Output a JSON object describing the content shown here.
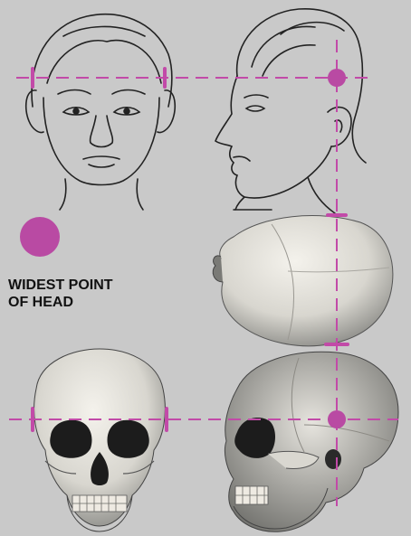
{
  "legend": {
    "line1": "WIDEST POINT",
    "line2": "OF HEAD"
  },
  "colors": {
    "background": "#c9c9c9",
    "guide": "#c24aa8",
    "marker": "#b94aa3",
    "ink": "#222222"
  },
  "figures": [
    {
      "name": "front-face-drawing",
      "view": "front"
    },
    {
      "name": "profile-face-drawing",
      "view": "side"
    },
    {
      "name": "skull-top-view",
      "view": "top"
    },
    {
      "name": "skull-front-view",
      "view": "front"
    },
    {
      "name": "skull-side-view",
      "view": "side"
    }
  ]
}
